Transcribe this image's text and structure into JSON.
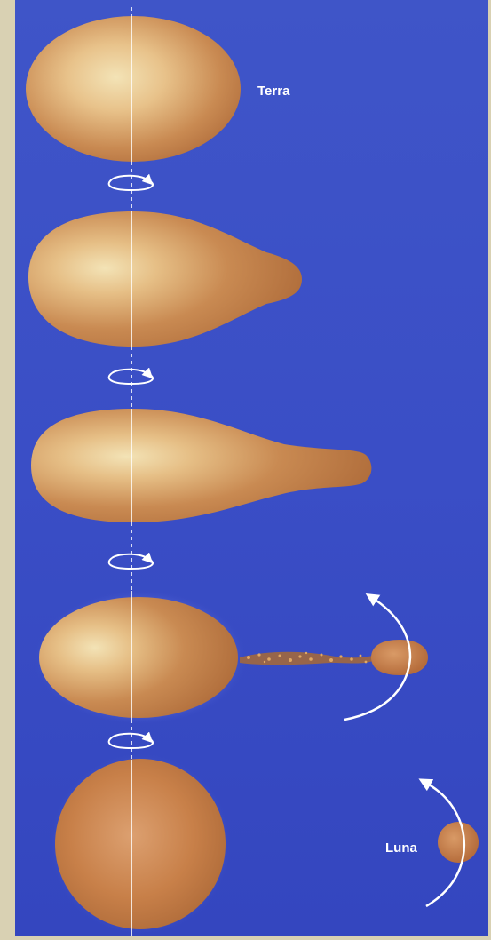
{
  "labels": {
    "earth": "Terra",
    "moon": "Luna"
  },
  "colors": {
    "background_blue": "#3b4ec4",
    "border_beige": "#d9d1b3",
    "body_orange": "#c9834e",
    "body_highlight": "#f0ddb0",
    "axis": "#ffffff",
    "arrow": "#ffffff",
    "debris": "#a86a35"
  },
  "stages": [
    {
      "name": "earth-sphere",
      "description_key": "stage-1"
    },
    {
      "name": "earth-elongating",
      "description_key": "stage-2"
    },
    {
      "name": "earth-bulb",
      "description_key": "stage-3"
    },
    {
      "name": "earth-fission",
      "description_key": "stage-4"
    },
    {
      "name": "earth-moon-separated",
      "description_key": "stage-5"
    }
  ]
}
